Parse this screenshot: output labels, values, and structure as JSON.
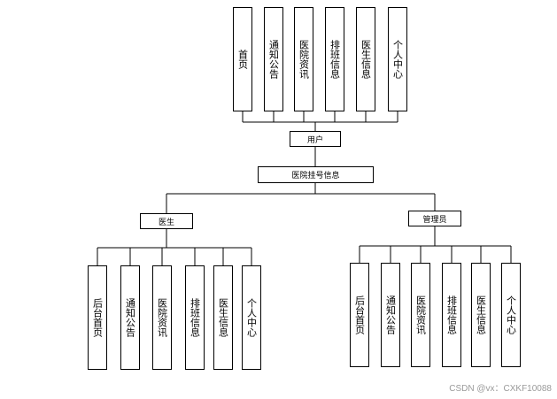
{
  "user_branch": {
    "items": [
      {
        "label": "首页"
      },
      {
        "label": "通知公告"
      },
      {
        "label": "医院资讯"
      },
      {
        "label": "排班信息"
      },
      {
        "label": "医生信息"
      },
      {
        "label": "个人中心"
      }
    ],
    "role": "用户"
  },
  "root": "医院挂号信息",
  "doctor_branch": {
    "role": "医生",
    "items": [
      {
        "label": "后台首页"
      },
      {
        "label": "通知公告"
      },
      {
        "label": "医院资讯"
      },
      {
        "label": "排班信息"
      },
      {
        "label": "医生信息"
      },
      {
        "label": "个人中心"
      }
    ]
  },
  "admin_branch": {
    "role": "管理员",
    "items": [
      {
        "label": "后台首页"
      },
      {
        "label": "通知公告"
      },
      {
        "label": "医院资讯"
      },
      {
        "label": "排班信息"
      },
      {
        "label": "医生信息"
      },
      {
        "label": "个人中心"
      }
    ]
  },
  "watermark": "CSDN @vx：CXKF10088"
}
